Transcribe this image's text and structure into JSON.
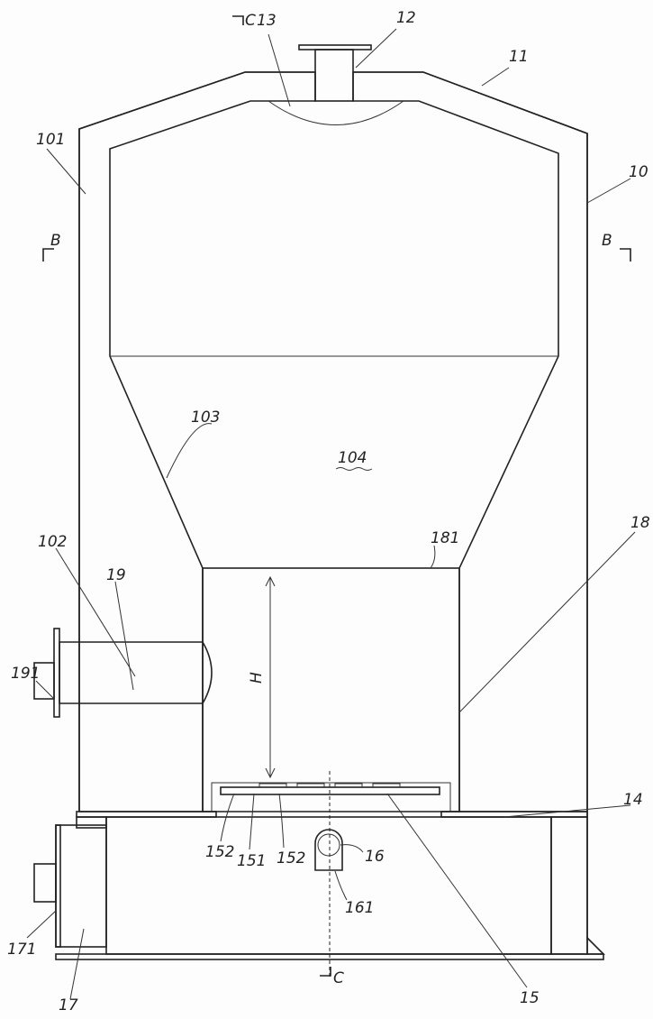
{
  "figure": {
    "labels": {
      "l13": "13",
      "l12": "12",
      "l11": "11",
      "l10": "10",
      "l101": "101",
      "b_left": "B",
      "b_right": "B",
      "c_top": "C",
      "c_bottom": "C",
      "l103": "103",
      "l104": "104",
      "l102": "102",
      "l19": "19",
      "l191": "191",
      "l181": "181",
      "l18": "18",
      "lH": "H",
      "l14": "14",
      "l152a": "152",
      "l151": "151",
      "l152b": "152",
      "l16": "16",
      "l161": "161",
      "l171": "171",
      "l17": "17",
      "l15": "15"
    },
    "colors": {
      "line": "#222222",
      "background": "#fdfdfd"
    }
  }
}
